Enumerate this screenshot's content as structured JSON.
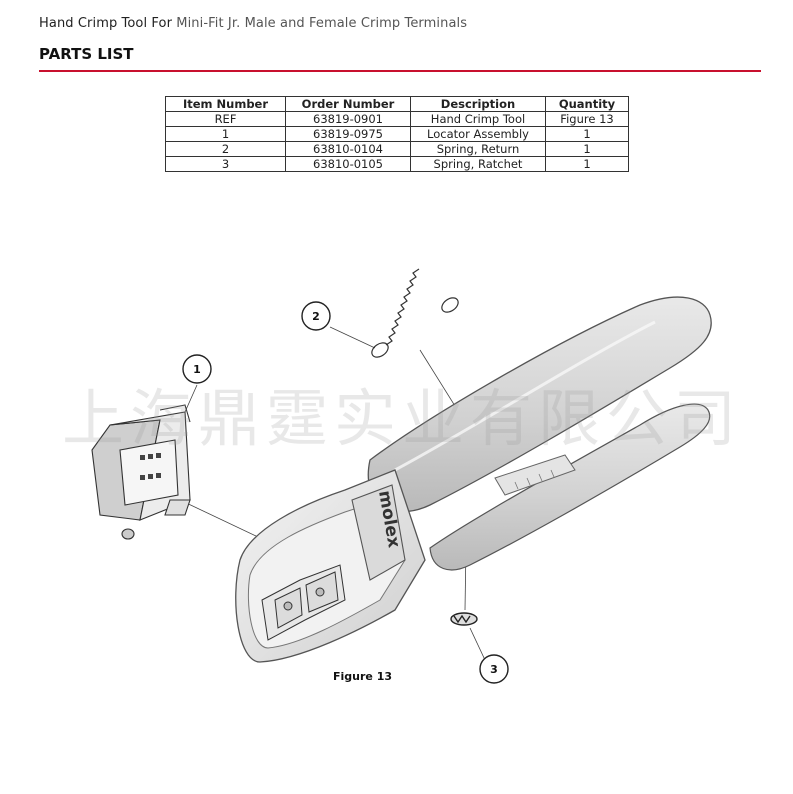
{
  "header": {
    "title_lead": "Hand Crimp Tool For ",
    "title_rest": "Mini-Fit Jr. Male and Female Crimp Terminals",
    "section": "PARTS LIST"
  },
  "parts_table": {
    "columns": [
      "Item Number",
      "Order Number",
      "Description",
      "Quantity"
    ],
    "rows": [
      [
        "REF",
        "63819-0901",
        "Hand Crimp Tool",
        "Figure 13"
      ],
      [
        "1",
        "63819-0975",
        "Locator Assembly",
        "1"
      ],
      [
        "2",
        "63810-0104",
        "Spring, Return",
        "1"
      ],
      [
        "3",
        "63810-0105",
        "Spring, Ratchet",
        "1"
      ]
    ]
  },
  "figure": {
    "callouts": [
      "1",
      "2",
      "3"
    ],
    "brand": "molex",
    "caption": "Figure 13",
    "watermark": "上海鼎霆实业有限公司"
  },
  "colors": {
    "rule": "#c8102e"
  }
}
